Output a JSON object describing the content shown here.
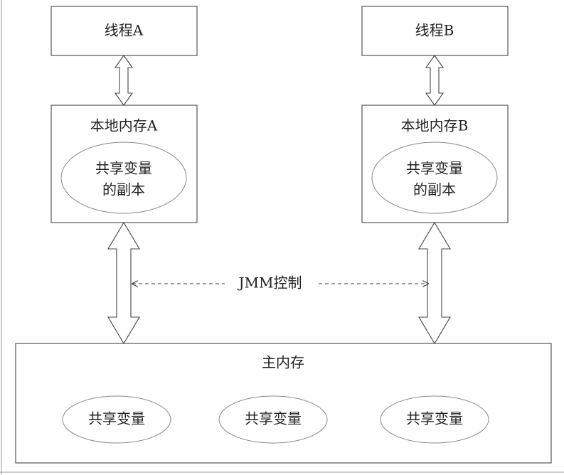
{
  "thread_a": {
    "label": "线程A"
  },
  "thread_b": {
    "label": "线程B"
  },
  "local_memory_a": {
    "label": "本地内存A",
    "copy_line1": "共享变量",
    "copy_line2": "的副本"
  },
  "local_memory_b": {
    "label": "本地内存B",
    "copy_line1": "共享变量",
    "copy_line2": "的副本"
  },
  "jmm_control": {
    "label": "JMM控制"
  },
  "main_memory": {
    "label": "主内存",
    "variables": [
      "共享变量",
      "共享变量",
      "共享变量"
    ]
  },
  "colors": {
    "stroke": "#555555",
    "text": "#222222",
    "background": "#ffffff"
  }
}
